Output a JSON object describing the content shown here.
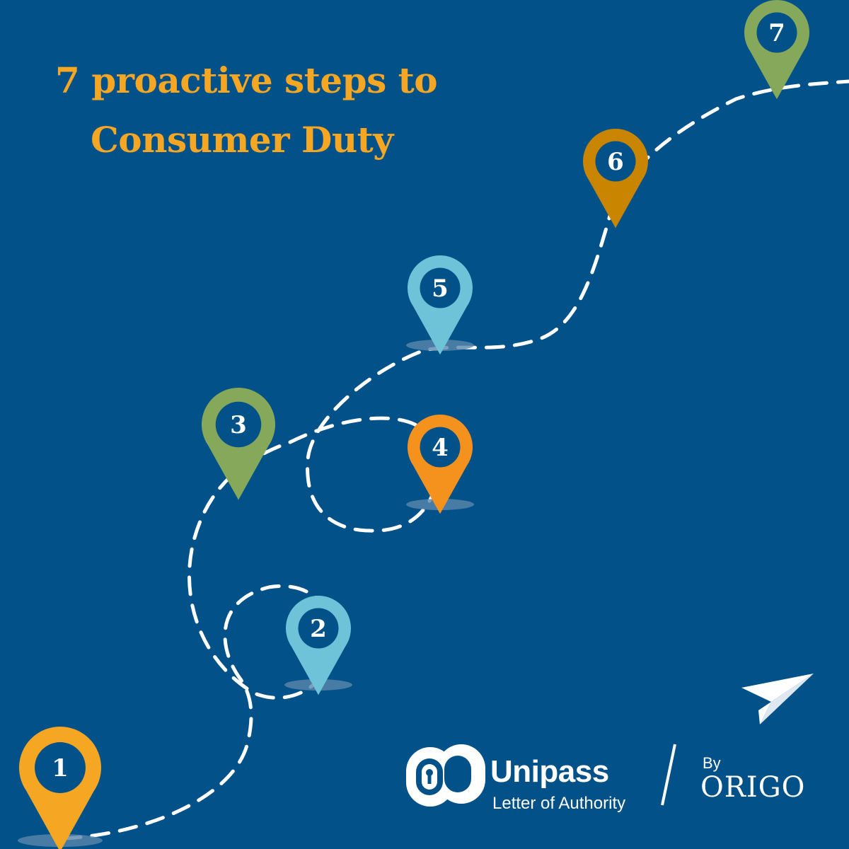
{
  "title": {
    "line1": "7 proactive steps to",
    "line2": "Consumer Duty"
  },
  "steps": [
    {
      "number": "1",
      "color": "#f5a623"
    },
    {
      "number": "2",
      "color": "#6ec3d9"
    },
    {
      "number": "3",
      "color": "#86a85a"
    },
    {
      "number": "4",
      "color": "#f5921e"
    },
    {
      "number": "5",
      "color": "#6ec3d9"
    },
    {
      "number": "6",
      "color": "#c98400"
    },
    {
      "number": "7",
      "color": "#86a85a"
    }
  ],
  "brand": {
    "name": "Unipass",
    "tagline": "Letter of Authority",
    "by_label": "By",
    "partner": "ORIGO"
  },
  "icons": [
    "paper-plane-icon",
    "unipass-logo-icon",
    "map-pin-icon"
  ],
  "colors": {
    "background": "#035189",
    "title": "#f5a623",
    "path": "#ffffff"
  }
}
